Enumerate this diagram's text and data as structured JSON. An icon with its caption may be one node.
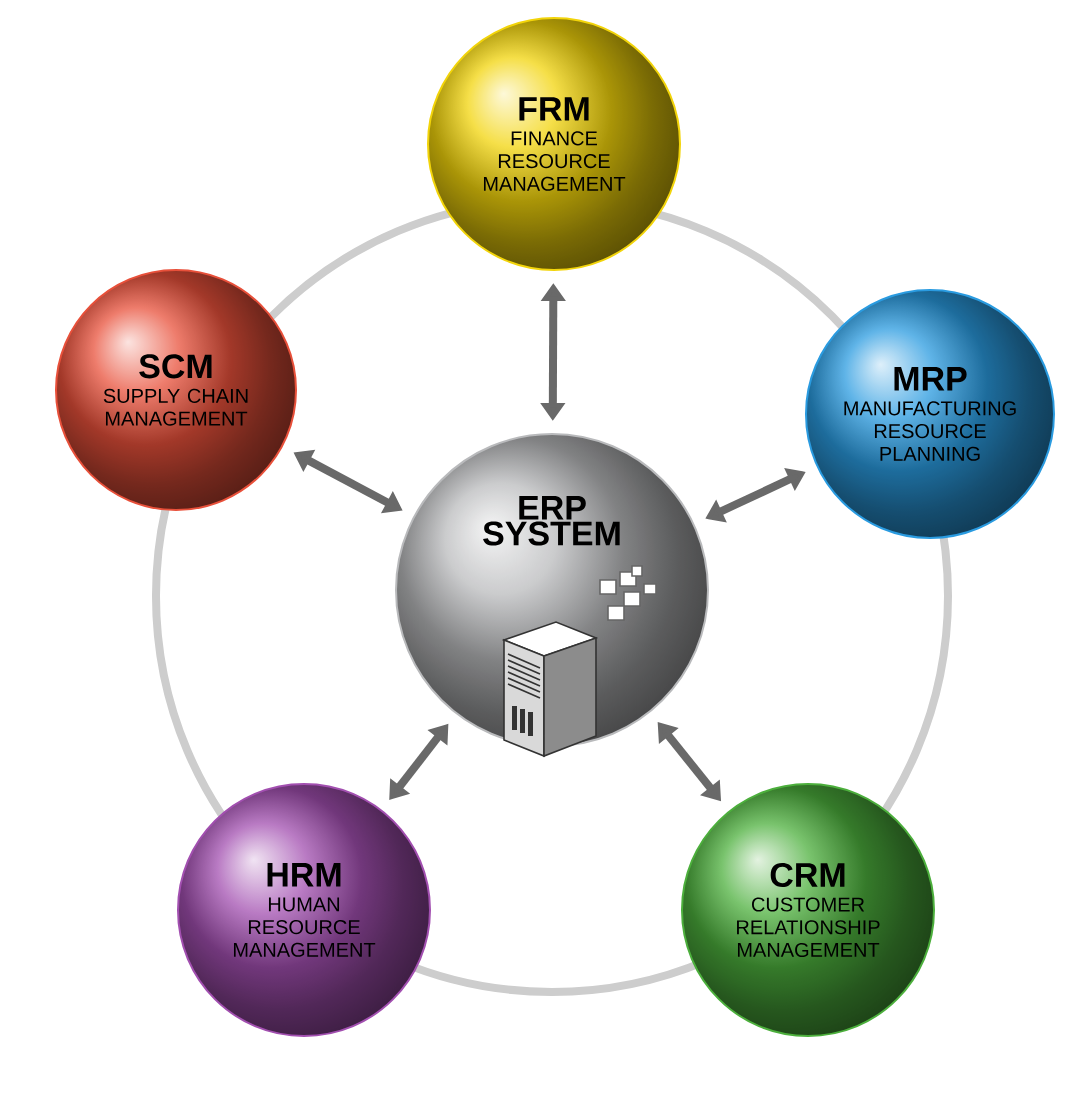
{
  "diagram": {
    "nodes": [
      {
        "text": [
          "FRM",
          "FINANCE RESOURCE MANAGEMENT"
        ]
      },
      {
        "text": [
          "SCM",
          "SUPPLY CHAIN MANAGEMENT"
        ]
      },
      {
        "text": [
          "ERP SYSTEM"
        ]
      },
      {
        "text": [
          "MRP",
          "MANUFACTURING RESOURCE PLANNING"
        ]
      },
      {
        "text": [
          "HRM",
          "HUMAN RESOURCE MANAGEMENT"
        ]
      },
      {
        "text": [
          "CRM",
          "CUSTOMER RELATIONSHIP MANAGEMENT"
        ]
      }
    ],
    "edges": [
      {
        "from": 2,
        "to": 0,
        "arrow": "both"
      },
      {
        "from": 2,
        "to": 1,
        "arrow": "both"
      },
      {
        "from": 2,
        "to": 3,
        "arrow": "both"
      },
      {
        "from": 2,
        "to": 4,
        "arrow": "both"
      },
      {
        "from": 2,
        "to": 5,
        "arrow": "both"
      }
    ]
  }
}
